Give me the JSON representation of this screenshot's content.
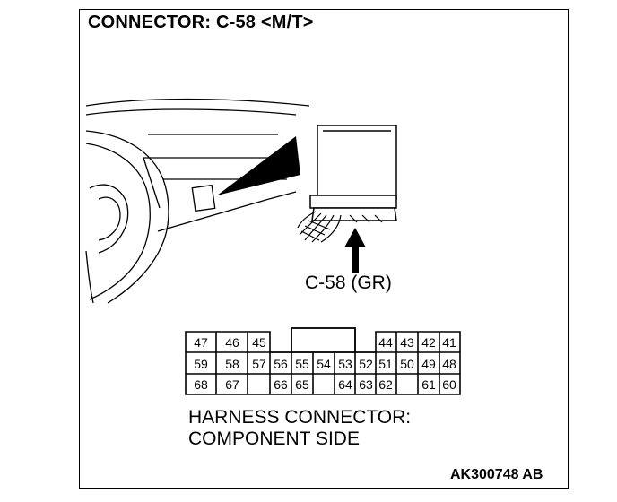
{
  "title": "CONNECTOR: C-58 <M/T>",
  "connector_callout": "C-58 (GR)",
  "caption": {
    "line1": "HARNESS CONNECTOR:",
    "line2": "COMPONENT SIDE"
  },
  "figure_code": "AK300748 AB",
  "pins": {
    "row1": [
      "47",
      "46",
      "45",
      "",
      "",
      "44",
      "43",
      "42",
      "41"
    ],
    "row2": [
      "59",
      "58",
      "57",
      "56",
      "55",
      "54",
      "53",
      "52",
      "51",
      "50",
      "49",
      "48"
    ],
    "row3": [
      "68",
      "67",
      "",
      "66",
      "65",
      "",
      "64",
      "63",
      "62",
      "",
      "61",
      "60"
    ]
  }
}
